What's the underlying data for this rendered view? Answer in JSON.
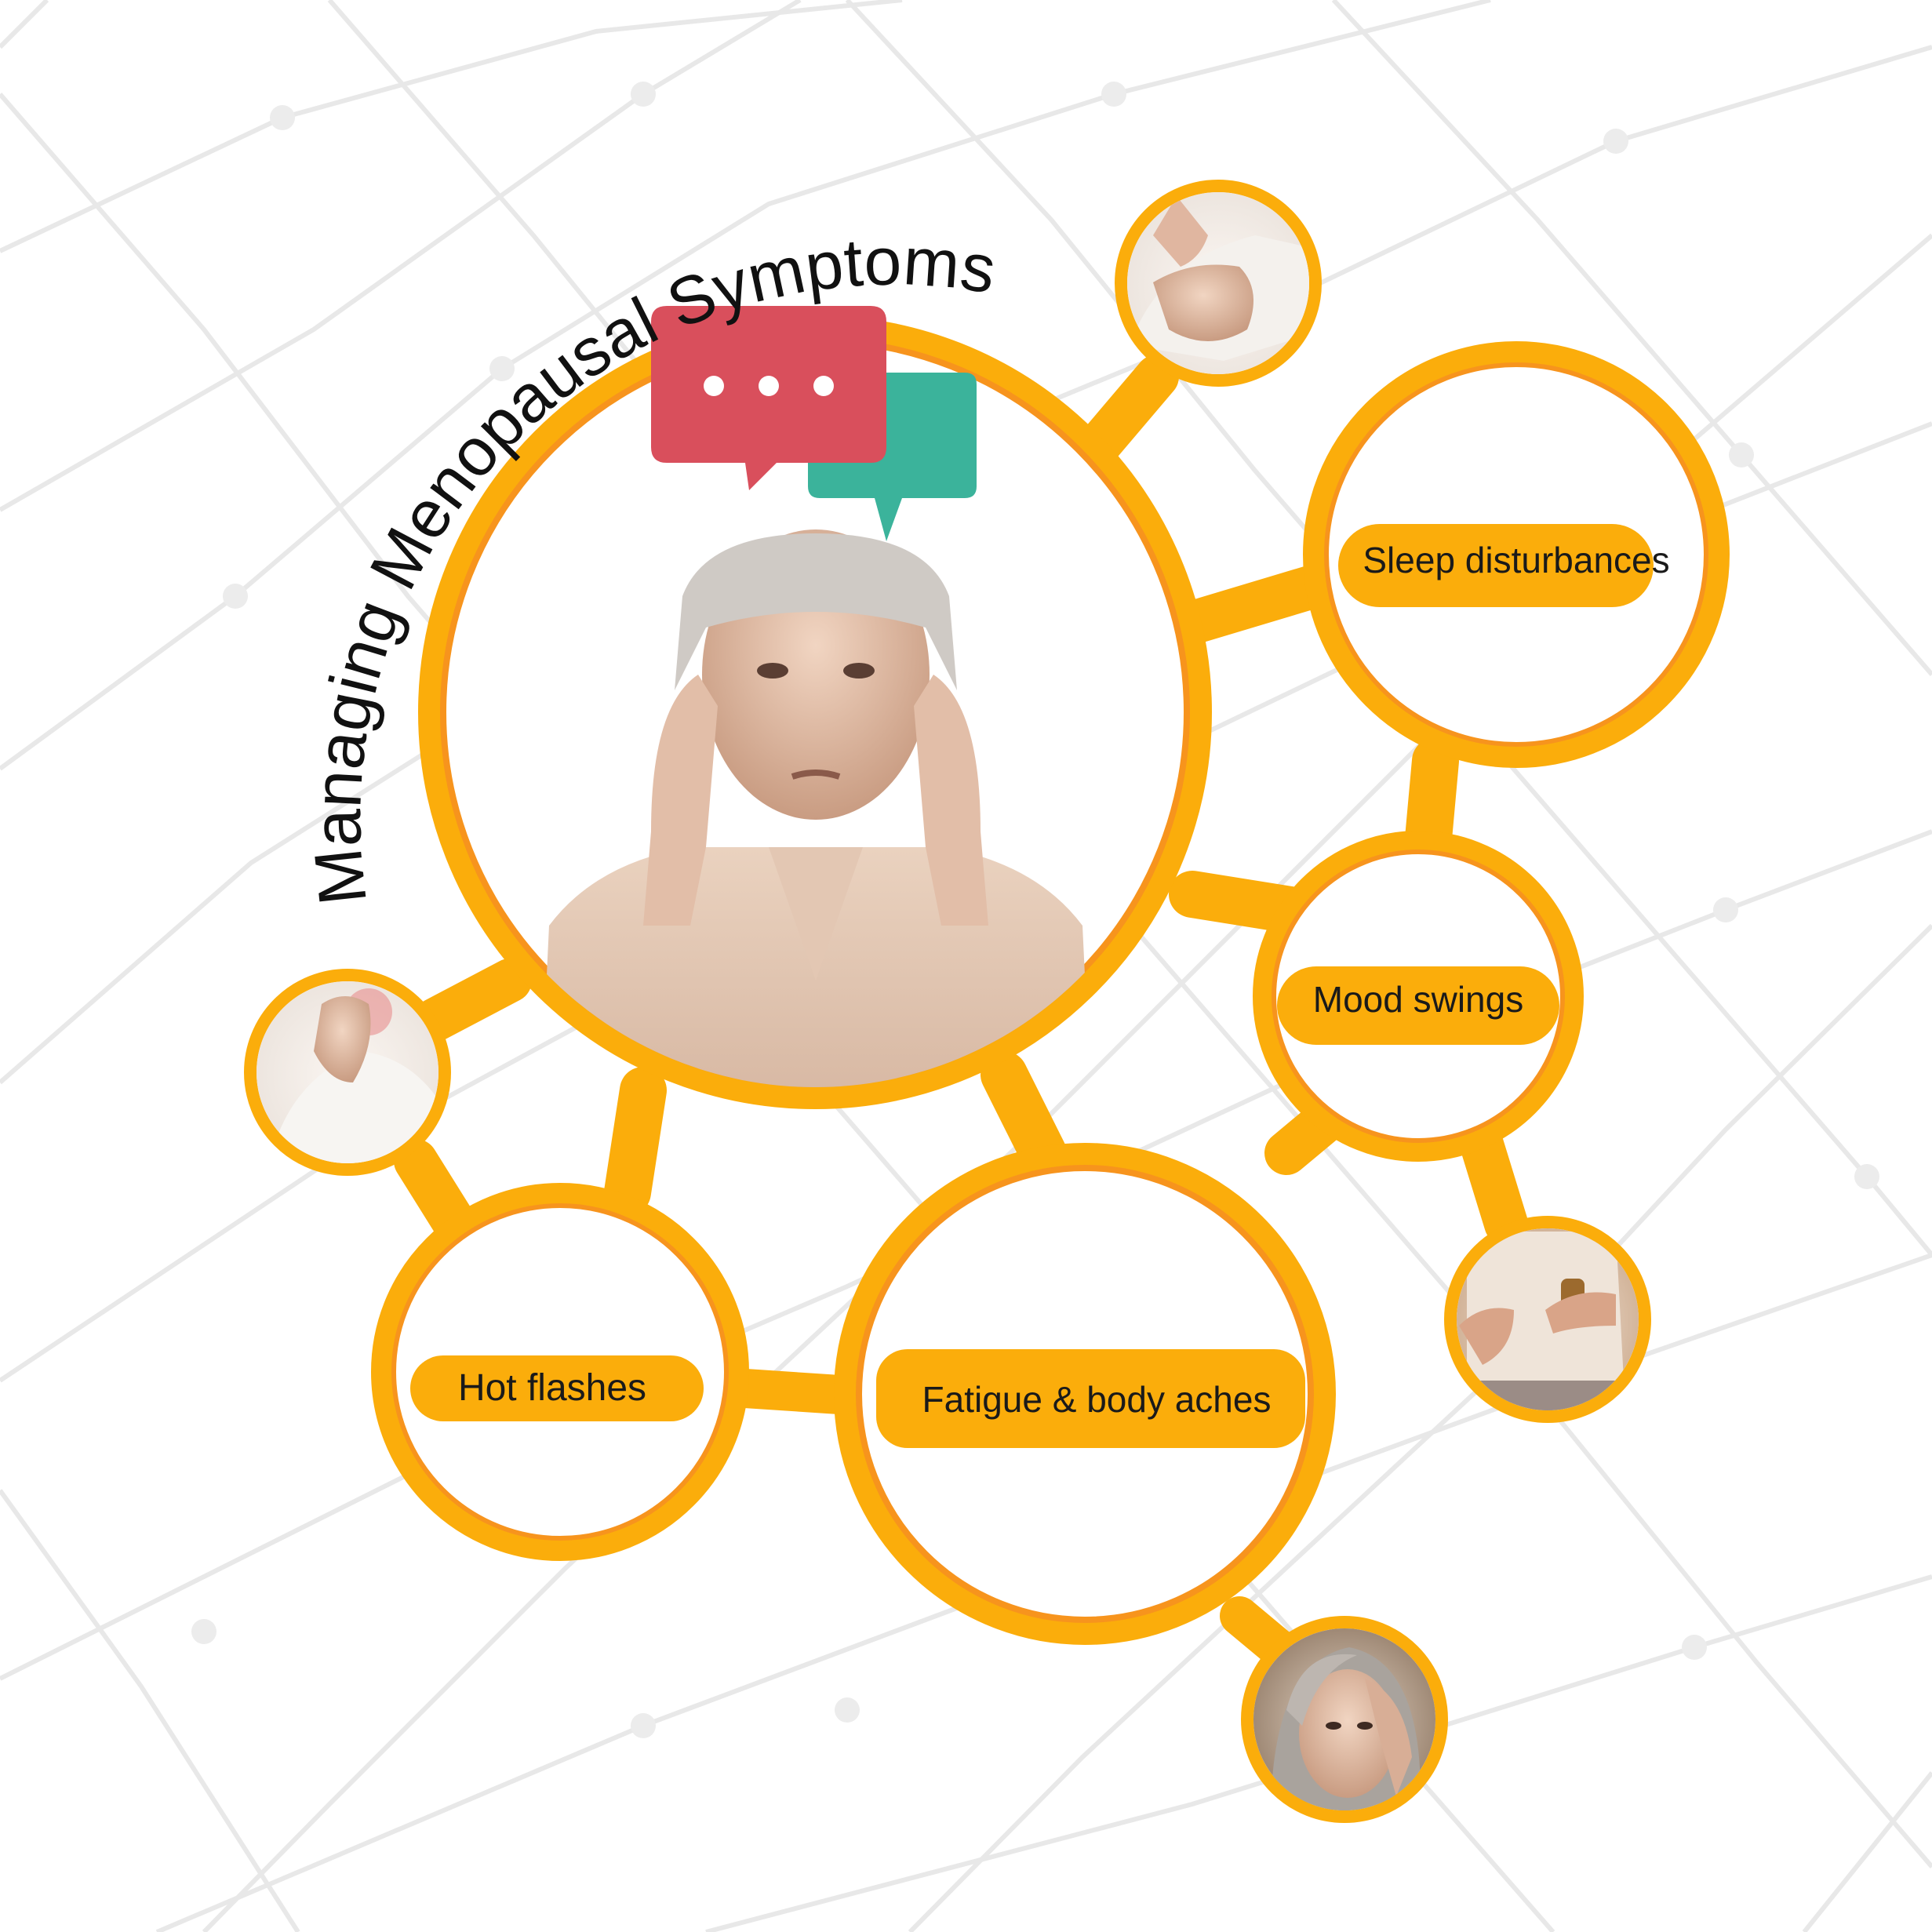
{
  "title": "Managing Menopausal Symptoms",
  "labels": {
    "sleep": "Sleep disturbances",
    "mood": "Mood swings",
    "hot": "Hot flashes",
    "fatigue": "Fatigue & body aches"
  },
  "colors": {
    "ring_orange": "#fbad0b",
    "ring_inner": "#f7941d",
    "pill": "#fbad0b",
    "bubble_red": "#d94f5c",
    "bubble_green": "#3bb39b",
    "mesh": "#e6e6e6"
  },
  "icons": {
    "chat": "chat-bubbles-icon",
    "photos": [
      "woman-thinking-photo",
      "itchy-wrist-photo",
      "itchy-neck-photo",
      "back-pain-photo",
      "headache-woman-photo"
    ]
  }
}
